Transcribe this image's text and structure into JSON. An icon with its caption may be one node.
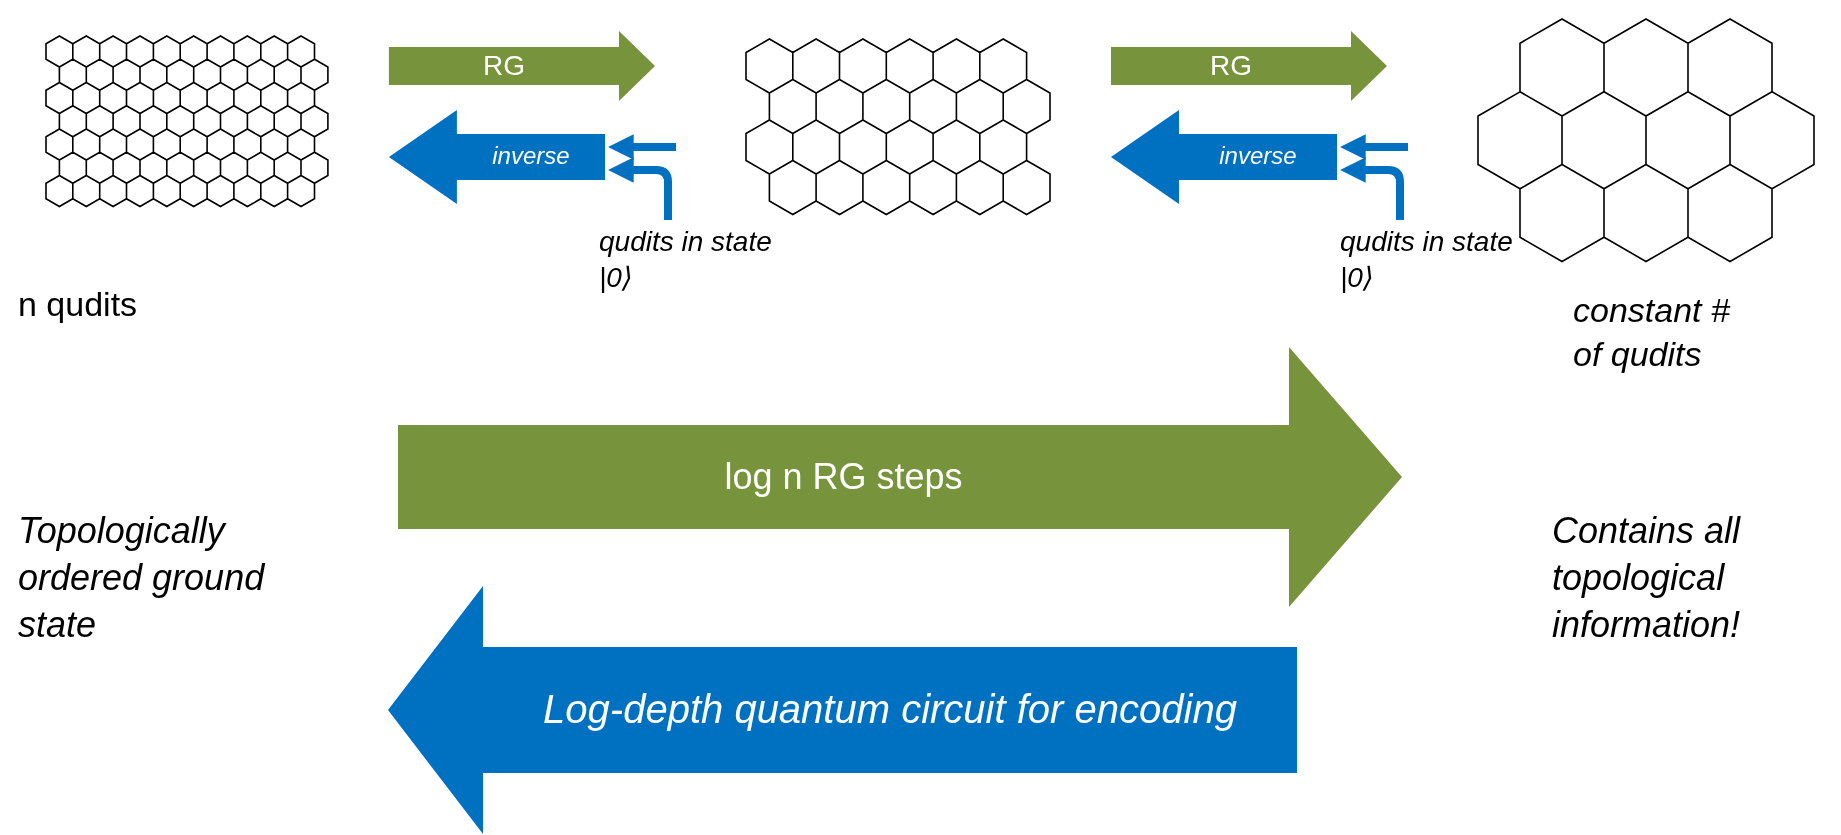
{
  "diagram": {
    "nodes": [
      {
        "text": [],
        "shape": "picture",
        "beside": [
          "n qudits"
        ]
      },
      {
        "text": [],
        "shape": "picture"
      },
      {
        "text": [],
        "shape": "picture",
        "beside": [
          "constant # of qudits"
        ]
      },
      {
        "text": [
          "qudits in state |0⟩"
        ]
      },
      {
        "text": [
          "qudits in state |0⟩"
        ]
      },
      {
        "text": [
          "Topologically ordered ground state"
        ]
      },
      {
        "text": [
          "Contains all topological information!"
        ]
      }
    ],
    "edges": [
      {
        "from": 0,
        "to": 1,
        "arrow": "to",
        "label": "RG",
        "color": "#77933c"
      },
      {
        "from": 1,
        "to": 0,
        "arrow": "to",
        "label": "inverse"
      },
      {
        "from": 3,
        "to": null,
        "arrow": "to"
      },
      {
        "from": 1,
        "to": 2,
        "arrow": "to",
        "label": "RG",
        "color": "#77933c"
      },
      {
        "from": 2,
        "to": 1,
        "arrow": "to",
        "label": "inverse"
      },
      {
        "from": 4,
        "to": null,
        "arrow": "to"
      },
      {
        "from": 5,
        "to": 6,
        "arrow": "to",
        "label": "log n RG steps",
        "color": "#77933c"
      },
      {
        "from": 6,
        "to": 5,
        "arrow": "to",
        "label": "Log-depth quantum circuit for encoding"
      }
    ]
  }
}
